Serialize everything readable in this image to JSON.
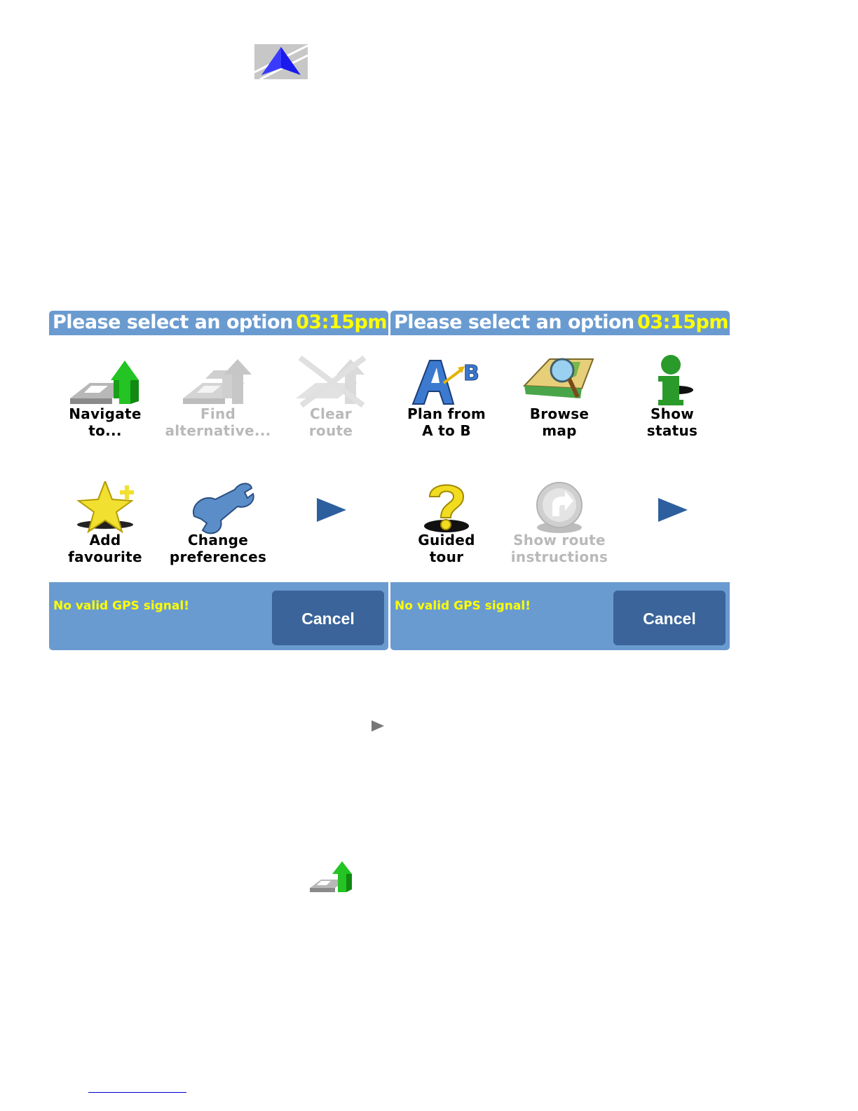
{
  "left_screen": {
    "title": "Please select an option",
    "time": "03:15pm",
    "items": [
      {
        "line1": "Navigate",
        "line2": "to...",
        "icon": "navigate-icon",
        "enabled": true
      },
      {
        "line1": "Find",
        "line2": "alternative...",
        "icon": "find-alternative-icon",
        "enabled": false
      },
      {
        "line1": "Clear",
        "line2": "route",
        "icon": "clear-route-icon",
        "enabled": false
      },
      {
        "line1": "Add",
        "line2": "favourite",
        "icon": "star-icon",
        "enabled": true
      },
      {
        "line1": "Change",
        "line2": "preferences",
        "icon": "wrench-icon",
        "enabled": true
      },
      {
        "icon": "next-arrow-icon",
        "enabled": true
      }
    ],
    "status": "No valid GPS signal!",
    "cancel_label": "Cancel"
  },
  "right_screen": {
    "title": "Please select an option",
    "time": "03:15pm",
    "items": [
      {
        "line1": "Plan from",
        "line2": "A to B",
        "icon": "plan-a-to-b-icon",
        "enabled": true
      },
      {
        "line1": "Browse",
        "line2": "map",
        "icon": "browse-map-icon",
        "enabled": true
      },
      {
        "line1": "Show",
        "line2": "status",
        "icon": "info-icon",
        "enabled": true
      },
      {
        "line1": "Guided",
        "line2": "tour",
        "icon": "question-icon",
        "enabled": true
      },
      {
        "line1": "Show route",
        "line2": "instructions",
        "icon": "route-instructions-icon",
        "enabled": false
      },
      {
        "icon": "next-arrow-icon",
        "enabled": true
      }
    ],
    "status": "No valid GPS signal!",
    "cancel_label": "Cancel"
  },
  "colors": {
    "panel_blue": "#6a9bd0",
    "button_blue": "#3a649a",
    "status_yellow": "#ffff00",
    "disabled_gray": "#b9b9b9",
    "nav_green": "#1fb01f",
    "arrow_blue": "#2d5f9e"
  }
}
